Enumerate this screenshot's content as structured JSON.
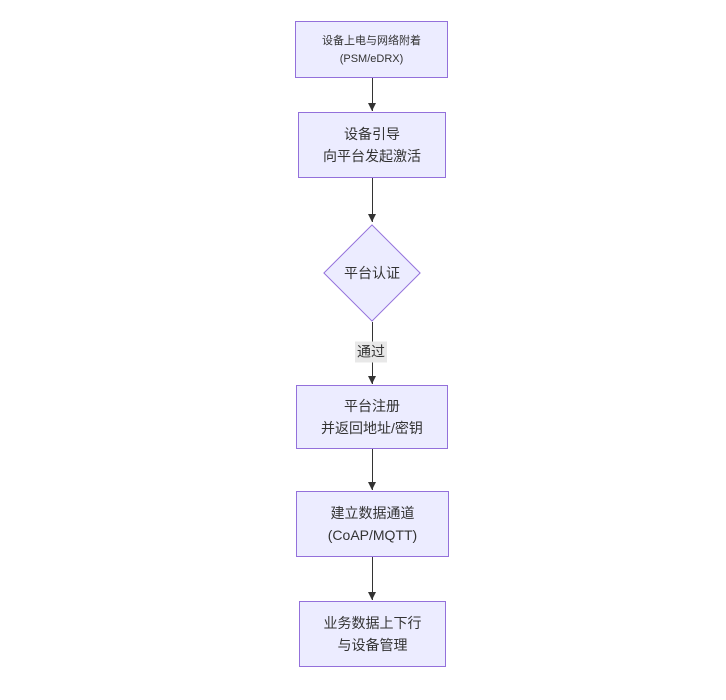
{
  "diagram": {
    "type": "flowchart",
    "direction": "top-down",
    "background": "#ffffff",
    "colors": {
      "node_fill": "#ECECFF",
      "node_border": "#9370DB",
      "text": "#333333",
      "arrow": "#333333",
      "edge_label_bg": "#e8e8e8"
    },
    "nodes": [
      {
        "id": "A",
        "shape": "rect",
        "lines": [
          "设备上电与网络附着",
          "(PSM/eDRX)"
        ]
      },
      {
        "id": "B",
        "shape": "rect",
        "lines": [
          "设备引导",
          "向平台发起激活"
        ]
      },
      {
        "id": "C",
        "shape": "diamond",
        "lines": [
          "平台认证"
        ]
      },
      {
        "id": "D",
        "shape": "rect",
        "lines": [
          "平台注册",
          "并返回地址/密钥"
        ]
      },
      {
        "id": "E",
        "shape": "rect",
        "lines": [
          "建立数据通道",
          "(CoAP/MQTT)"
        ]
      },
      {
        "id": "F",
        "shape": "rect",
        "lines": [
          "业务数据上下行",
          "与设备管理"
        ]
      }
    ],
    "edges": [
      {
        "from": "A",
        "to": "B",
        "label": ""
      },
      {
        "from": "B",
        "to": "C",
        "label": ""
      },
      {
        "from": "C",
        "to": "D",
        "label": "通过"
      },
      {
        "from": "D",
        "to": "E",
        "label": ""
      },
      {
        "from": "E",
        "to": "F",
        "label": ""
      }
    ]
  }
}
